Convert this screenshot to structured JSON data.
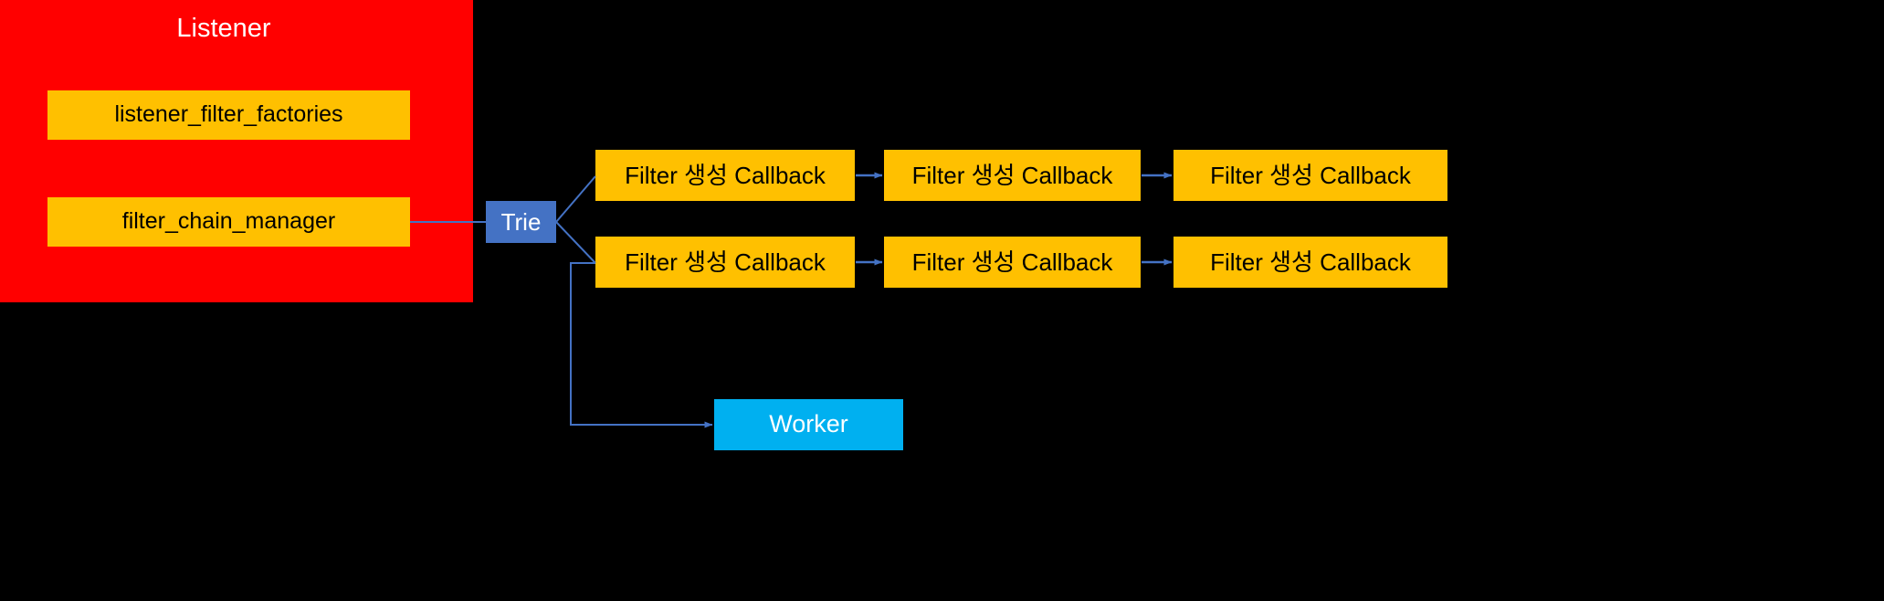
{
  "diagram": {
    "title": "Envoy Listener filter chain structure",
    "background_color": "#000000",
    "colors": {
      "listener_panel": "#FF0000",
      "member_box": "#FFC000",
      "trie": "#4472C4",
      "worker": "#00B0F0",
      "connector": "#4472C4",
      "panel_title_text": "#FFFFFF",
      "member_text": "#000000"
    }
  },
  "listener": {
    "title": "Listener",
    "members": [
      {
        "label": "listener_filter_factories"
      },
      {
        "label": "filter_chain_manager"
      }
    ]
  },
  "trie": {
    "label": "Trie"
  },
  "filter_chains": [
    {
      "row": 1,
      "callbacks": [
        {
          "label": "Filter 생성 Callback"
        },
        {
          "label": "Filter 생성 Callback"
        },
        {
          "label": "Filter 생성 Callback"
        }
      ]
    },
    {
      "row": 2,
      "callbacks": [
        {
          "label": "Filter 생성 Callback"
        },
        {
          "label": "Filter 생성 Callback"
        },
        {
          "label": "Filter 생성 Callback"
        }
      ]
    }
  ],
  "worker": {
    "label": "Worker"
  },
  "connectors": [
    {
      "name": "filter-chain-manager-to-trie",
      "from": "filter_chain_manager",
      "to": "Trie",
      "style": "straight"
    },
    {
      "name": "trie-to-row1",
      "from": "Trie",
      "to": "Filter 생성 Callback (row 1)",
      "style": "diagonal"
    },
    {
      "name": "trie-to-row2",
      "from": "Trie",
      "to": "Filter 생성 Callback (row 2)",
      "style": "diagonal"
    },
    {
      "name": "row1-chain-1-2",
      "from": "Filter 생성 Callback",
      "to": "Filter 생성 Callback",
      "style": "arrow"
    },
    {
      "name": "row1-chain-2-3",
      "from": "Filter 생성 Callback",
      "to": "Filter 생성 Callback",
      "style": "arrow"
    },
    {
      "name": "row2-chain-1-2",
      "from": "Filter 생성 Callback",
      "to": "Filter 생성 Callback",
      "style": "arrow"
    },
    {
      "name": "row2-chain-2-3",
      "from": "Filter 생성 Callback",
      "to": "Filter 생성 Callback",
      "style": "arrow"
    },
    {
      "name": "trie-to-worker",
      "from": "Trie",
      "to": "Worker",
      "style": "elbow-arrow"
    }
  ]
}
